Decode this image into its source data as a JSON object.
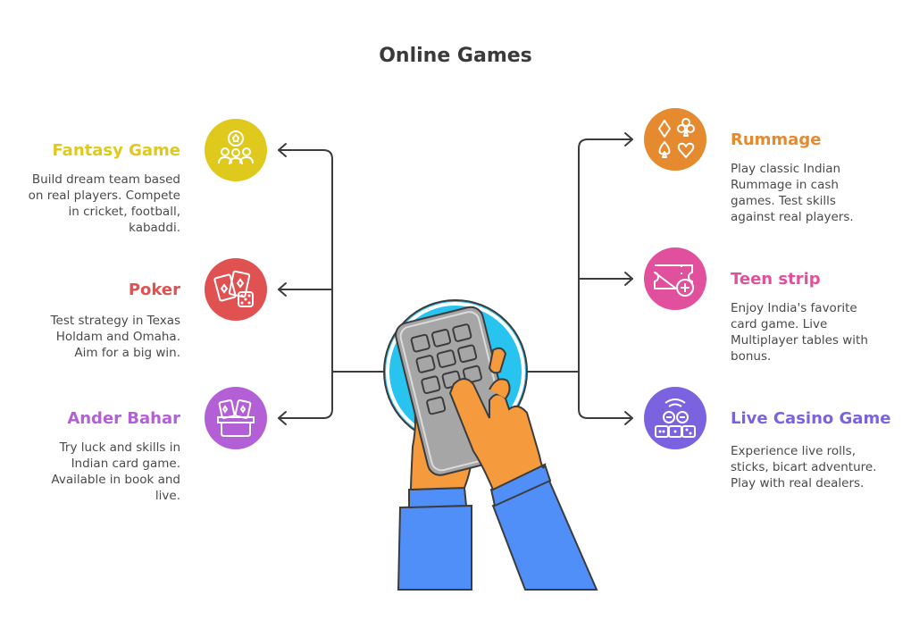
{
  "title": "Online Games",
  "colors": {
    "fantasy": "#dfc91c",
    "poker": "#e05252",
    "ander": "#b35fd6",
    "rummage": "#e58a2e",
    "teen": "#e0509c",
    "casino": "#7b63df",
    "screen": "#29c3ef",
    "sleeve": "#4f8ff7",
    "hand": "#f59a3d",
    "phone": "#a6a6a6"
  },
  "items": {
    "fantasy": {
      "title": "Fantasy Game",
      "desc": [
        "Build dream team based",
        "on real players. Compete",
        "in cricket, football,",
        "kabaddi."
      ],
      "icon": "soccer-team-icon"
    },
    "poker": {
      "title": "Poker",
      "desc": [
        "Test strategy in Texas",
        "Holdam and Omaha.",
        "Aim for a big win."
      ],
      "icon": "cards-dice-icon"
    },
    "ander": {
      "title": "Ander Bahar",
      "desc": [
        "Try luck and skills in",
        "Indian card game.",
        "Available in book and",
        "live."
      ],
      "icon": "magic-hat-cards-icon"
    },
    "rummage": {
      "title": "Rummage",
      "desc": [
        "Play classic Indian",
        "Rummage in cash",
        "games. Test skills",
        "against real players."
      ],
      "icon": "card-suits-icon"
    },
    "teen": {
      "title": "Teen strip",
      "desc": [
        "Enjoy India's favorite",
        "card game. Live",
        "Multiplayer tables with",
        "bonus."
      ],
      "icon": "ticket-add-icon"
    },
    "casino": {
      "title": "Live Casino Game",
      "desc": [
        "Experience live rolls,",
        "sticks, bicart adventure.",
        "Play with real dealers."
      ],
      "icon": "live-casino-chips-icon"
    }
  }
}
